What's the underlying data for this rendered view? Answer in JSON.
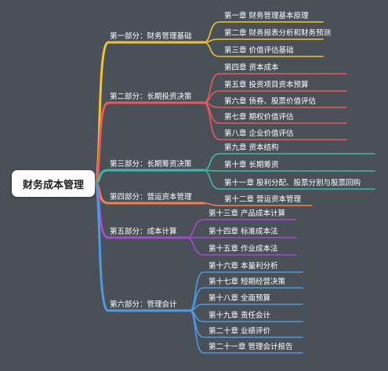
{
  "root": "财务成本管理",
  "branches": [
    {
      "label": "第一部分：财务管理基础",
      "color": "#f2c230",
      "children": [
        "第一章  财务管理基本原理",
        "第二章  财务报表分析和财务预测",
        "第三章  价值评估基础"
      ]
    },
    {
      "label": "第二部分：长期投资决策",
      "color": "#e85a5f",
      "children": [
        "第四章  资本成本",
        "第五章  投资项目资本预算",
        "第六章  债券、股票价值评估",
        "第七章  期权价值评估",
        "第八章  企业价值评估"
      ]
    },
    {
      "label": "第三部分：长期筹资决策",
      "color": "#3fb9ad",
      "children": [
        "第九章  资本结构",
        "第十章  长期筹资",
        "第十一章  股利分配、股票分割与股票回购"
      ]
    },
    {
      "label": "第四部分：营运资本管理",
      "color": "#f0834a",
      "children": [
        "第十二章  营运资本管理"
      ]
    },
    {
      "label": "第五部分：成本计算",
      "color": "#a04fc8",
      "children": [
        "第十三章  产品成本计算",
        "第十四章  标准成本法",
        "第十五章  作业成本法"
      ]
    },
    {
      "label": "第六部分：管理会计",
      "color": "#4f9ae0",
      "children": [
        "第十六章  本量利分析",
        "第十七章  短期经营决策",
        "第十八章  全面预算",
        "第十九章  责任会计",
        "第二十章  业绩评价",
        "第二十一章  管理会计报告"
      ]
    }
  ]
}
